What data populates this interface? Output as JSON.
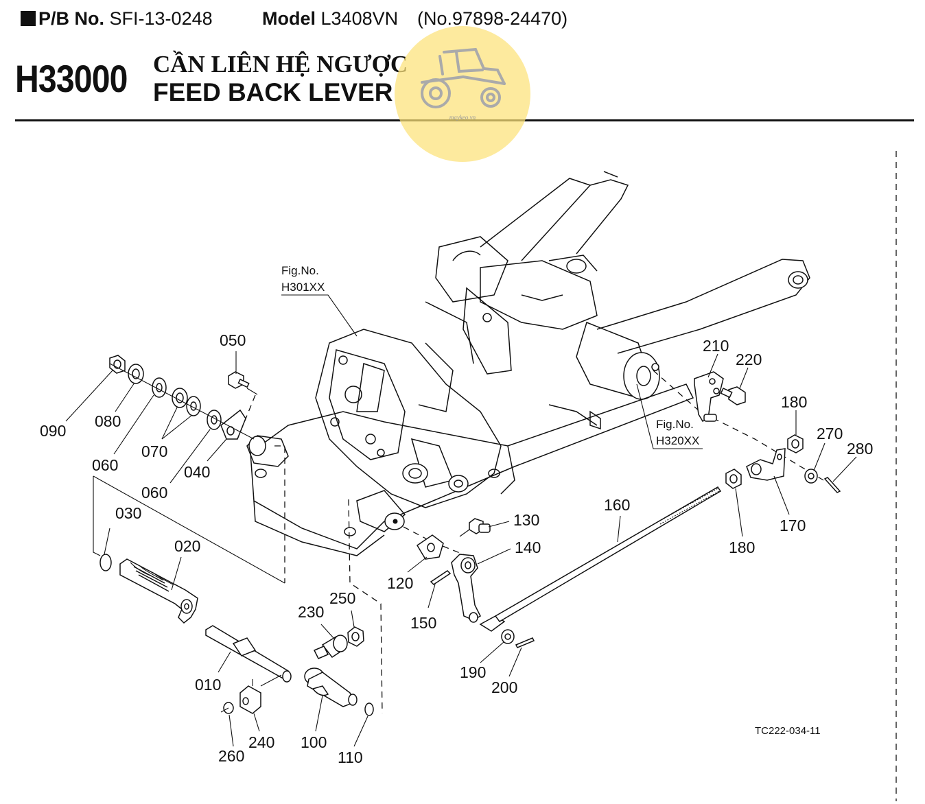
{
  "header": {
    "pb_label": "P/B No.",
    "pb_value": "SFI-13-0248",
    "model_label": "Model",
    "model_value": "L3408VN",
    "serial": "(No.97898-24470)",
    "code": "H33000",
    "title_vn": "CẦN LIÊN HỆ NGƯỢC",
    "title_en": "FEED BACK LEVER"
  },
  "watermark": {
    "text": "maykeo.vn",
    "color": "#fce278"
  },
  "figure_refs": [
    {
      "label": "Fig.No.",
      "code": "H301XX"
    },
    {
      "label": "Fig.No.",
      "code": "H320XX"
    }
  ],
  "part_labels": [
    "090",
    "080",
    "060",
    "070",
    "060",
    "040",
    "050",
    "060",
    "030",
    "020",
    "010",
    "230",
    "250",
    "240",
    "260",
    "100",
    "110",
    "120",
    "130",
    "140",
    "150",
    "160",
    "190",
    "200",
    "210",
    "220",
    "180",
    "270",
    "280",
    "170",
    "180"
  ],
  "drawing_code": "TC222-034-11"
}
